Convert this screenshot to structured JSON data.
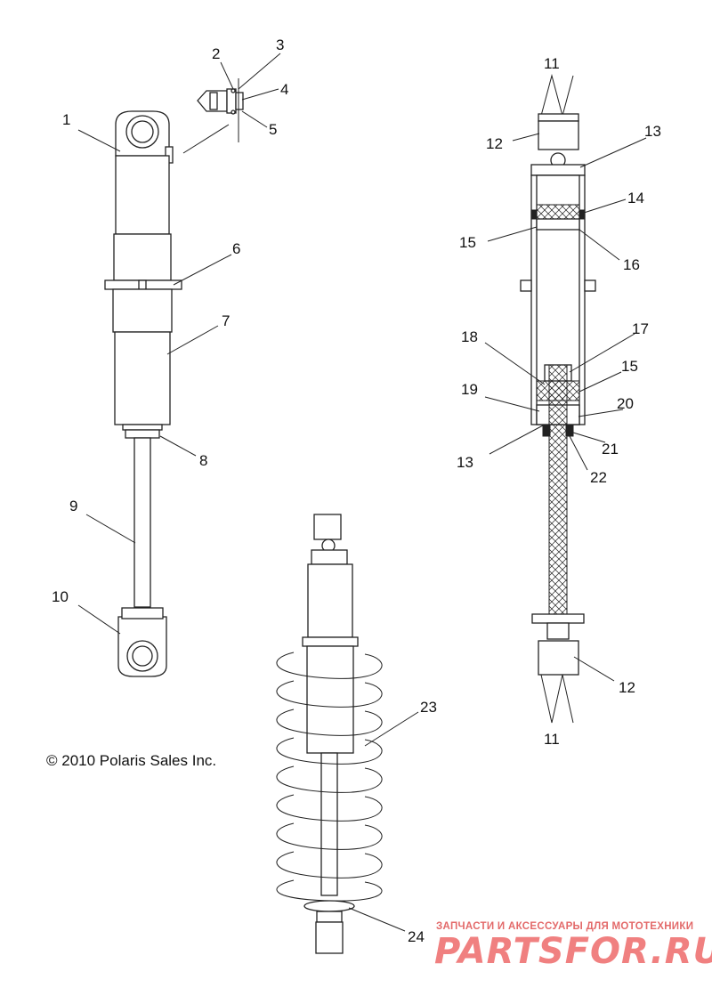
{
  "callouts": {
    "c1": "1",
    "c2": "2",
    "c3": "3",
    "c4": "4",
    "c5": "5",
    "c6": "6",
    "c7": "7",
    "c8": "8",
    "c9": "9",
    "c10": "10",
    "c11a": "11",
    "c11b": "11",
    "c12a": "12",
    "c12b": "12",
    "c13a": "13",
    "c13b": "13",
    "c14": "14",
    "c15a": "15",
    "c15b": "15",
    "c16": "16",
    "c17": "17",
    "c18": "18",
    "c19": "19",
    "c20": "20",
    "c21": "21",
    "c22": "22",
    "c23": "23",
    "c24": "24"
  },
  "copyright": "© 2010 Polaris Sales Inc.",
  "watermark": {
    "tagline": "ЗАПЧАСТИ И АКСЕССУАРЫ ДЛЯ МОТОТЕХНИКИ",
    "logo": "PARTSFOR.RU"
  },
  "colors": {
    "line": "#222222",
    "watermark": "#f08080"
  }
}
